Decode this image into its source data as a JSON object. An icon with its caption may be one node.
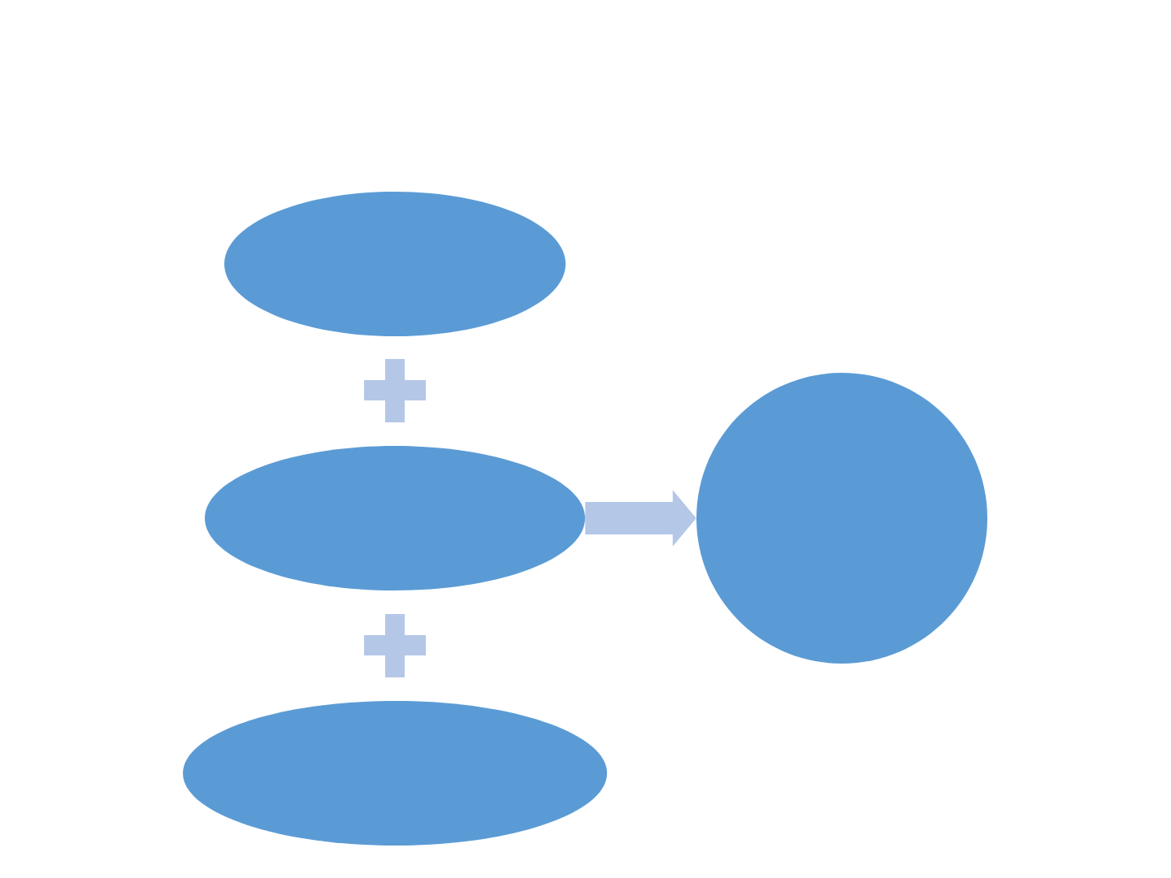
{
  "diagram": {
    "nodes": [
      {
        "text": [],
        "shape": "ellipse"
      },
      {
        "text": [],
        "shape": "plus"
      },
      {
        "text": [],
        "shape": "ellipse"
      },
      {
        "text": [],
        "shape": "circle"
      },
      {
        "text": [],
        "shape": "plus"
      },
      {
        "text": [],
        "shape": "ellipse"
      }
    ],
    "edges": [
      {
        "from": 2,
        "to": 3,
        "arrow": "to"
      }
    ]
  }
}
